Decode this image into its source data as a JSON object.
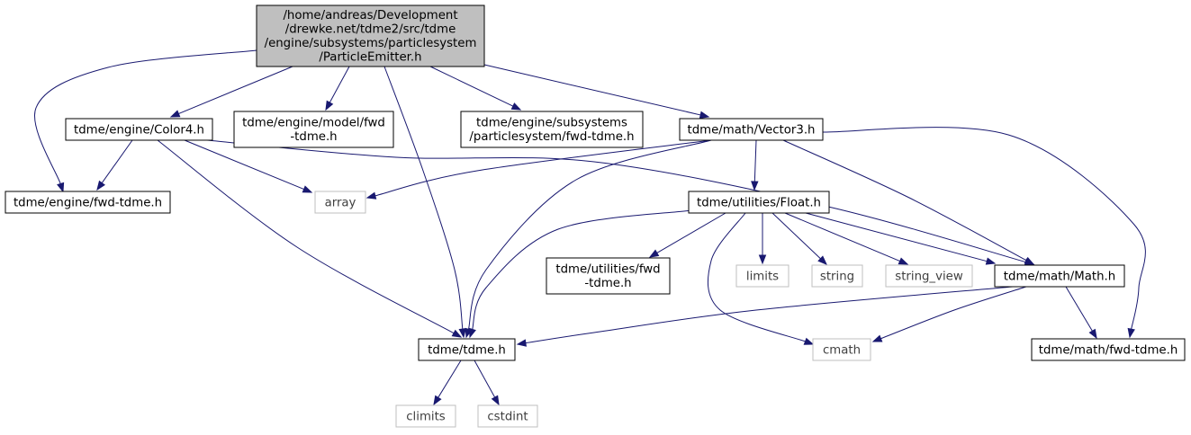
{
  "diagram": {
    "colors": {
      "edge": "#191970",
      "root_fill": "#bfbfbf",
      "node_border": "#000000",
      "external_border": "#bfbfbf",
      "external_text": "#3f3f3f"
    },
    "nodes": [
      {
        "id": "root",
        "kind": "root",
        "lines": [
          "/home/andreas/Development",
          "/drewke.net/tdme2/src/tdme",
          "/engine/subsystems/particlesystem",
          "/ParticleEmitter.h"
        ]
      },
      {
        "id": "color4",
        "kind": "file",
        "lines": [
          "tdme/engine/Color4.h"
        ]
      },
      {
        "id": "model_fwd",
        "kind": "file",
        "lines": [
          "tdme/engine/model/fwd",
          "-tdme.h"
        ]
      },
      {
        "id": "ps_fwd",
        "kind": "file",
        "lines": [
          "tdme/engine/subsystems",
          "/particlesystem/fwd-tdme.h"
        ]
      },
      {
        "id": "vector3",
        "kind": "file",
        "lines": [
          "tdme/math/Vector3.h"
        ]
      },
      {
        "id": "engine_fwd",
        "kind": "file",
        "lines": [
          "tdme/engine/fwd-tdme.h"
        ]
      },
      {
        "id": "array",
        "kind": "external",
        "lines": [
          "array"
        ]
      },
      {
        "id": "float",
        "kind": "file",
        "lines": [
          "tdme/utilities/Float.h"
        ]
      },
      {
        "id": "util_fwd",
        "kind": "file",
        "lines": [
          "tdme/utilities/fwd",
          "-tdme.h"
        ]
      },
      {
        "id": "limits",
        "kind": "external",
        "lines": [
          "limits"
        ]
      },
      {
        "id": "string",
        "kind": "external",
        "lines": [
          "string"
        ]
      },
      {
        "id": "string_view",
        "kind": "external",
        "lines": [
          "string_view"
        ]
      },
      {
        "id": "math",
        "kind": "file",
        "lines": [
          "tdme/math/Math.h"
        ]
      },
      {
        "id": "tdme",
        "kind": "file",
        "lines": [
          "tdme/tdme.h"
        ]
      },
      {
        "id": "cmath",
        "kind": "external",
        "lines": [
          "cmath"
        ]
      },
      {
        "id": "math_fwd",
        "kind": "file",
        "lines": [
          "tdme/math/fwd-tdme.h"
        ]
      },
      {
        "id": "climits",
        "kind": "external",
        "lines": [
          "climits"
        ]
      },
      {
        "id": "cstdint",
        "kind": "external",
        "lines": [
          "cstdint"
        ]
      }
    ],
    "edges": [
      [
        "root",
        "engine_fwd"
      ],
      [
        "root",
        "color4"
      ],
      [
        "root",
        "model_fwd"
      ],
      [
        "root",
        "ps_fwd"
      ],
      [
        "root",
        "vector3"
      ],
      [
        "root",
        "tdme"
      ],
      [
        "color4",
        "engine_fwd"
      ],
      [
        "color4",
        "array"
      ],
      [
        "color4",
        "tdme"
      ],
      [
        "color4",
        "math"
      ],
      [
        "vector3",
        "array"
      ],
      [
        "vector3",
        "tdme"
      ],
      [
        "vector3",
        "float"
      ],
      [
        "vector3",
        "math"
      ],
      [
        "vector3",
        "math_fwd"
      ],
      [
        "float",
        "tdme"
      ],
      [
        "float",
        "util_fwd"
      ],
      [
        "float",
        "limits"
      ],
      [
        "float",
        "string"
      ],
      [
        "float",
        "string_view"
      ],
      [
        "float",
        "math"
      ],
      [
        "float",
        "cmath"
      ],
      [
        "math",
        "tdme"
      ],
      [
        "math",
        "cmath"
      ],
      [
        "math",
        "math_fwd"
      ],
      [
        "tdme",
        "climits"
      ],
      [
        "tdme",
        "cstdint"
      ]
    ]
  }
}
